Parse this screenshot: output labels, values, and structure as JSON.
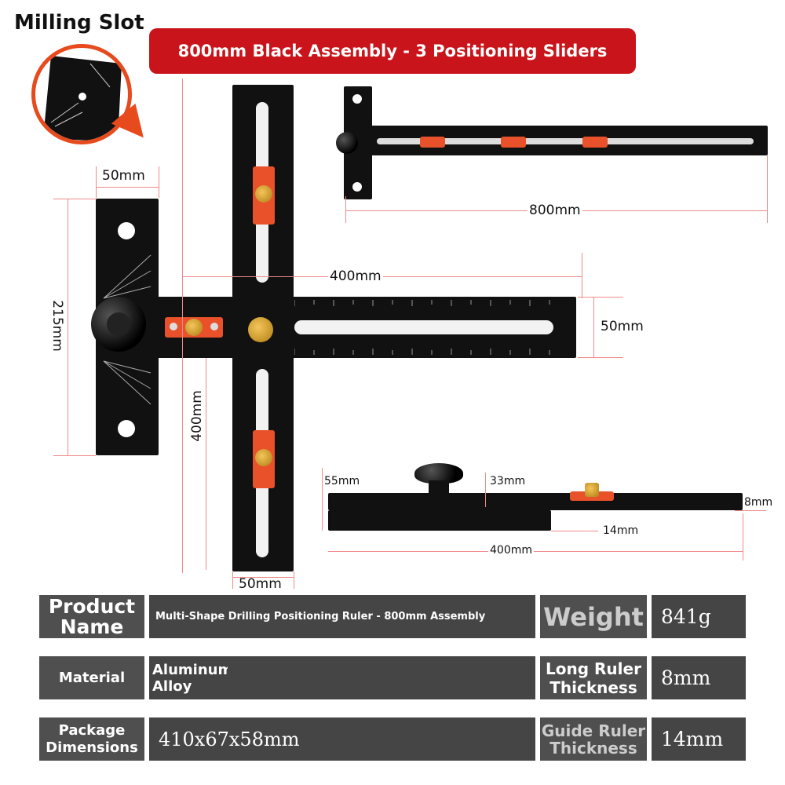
{
  "title": "Milling Slot",
  "banner": "800mm Black Assembly - 3 Positioning Sliders",
  "dimensions": {
    "top_ruler_length": "800mm",
    "fence_width": "50mm",
    "fence_height": "215mm",
    "horizontal_ruler_length": "400mm",
    "horizontal_ruler_width": "50mm",
    "vertical_ruler_length": "400mm",
    "vertical_ruler_width": "50mm",
    "side_knob_height": "55mm",
    "side_slider_height": "33mm",
    "side_ruler_thickness": "8mm",
    "side_base_thickness": "14mm",
    "side_length": "400mm"
  },
  "specs": {
    "product_name_label": "Product Name",
    "product_name_value": "Multi-Shape Drilling Positioning Ruler - 800mm Assembly",
    "weight_label": "Weight",
    "weight_value": "841g",
    "material_label": "Material",
    "material_value": "Aluminum Alloy",
    "long_ruler_label": "Long Ruler Thickness",
    "long_ruler_value": "8mm",
    "package_label": "Package Dimensions",
    "package_value": "410x67x58mm",
    "guide_ruler_label": "Guide Ruler Thickness",
    "guide_ruler_value": "14mm"
  },
  "colors": {
    "banner_red": "#c8141a",
    "slider_orange": "#e8512a",
    "brass": "#d4a12a",
    "spec_bg": "#4a4a4a"
  }
}
